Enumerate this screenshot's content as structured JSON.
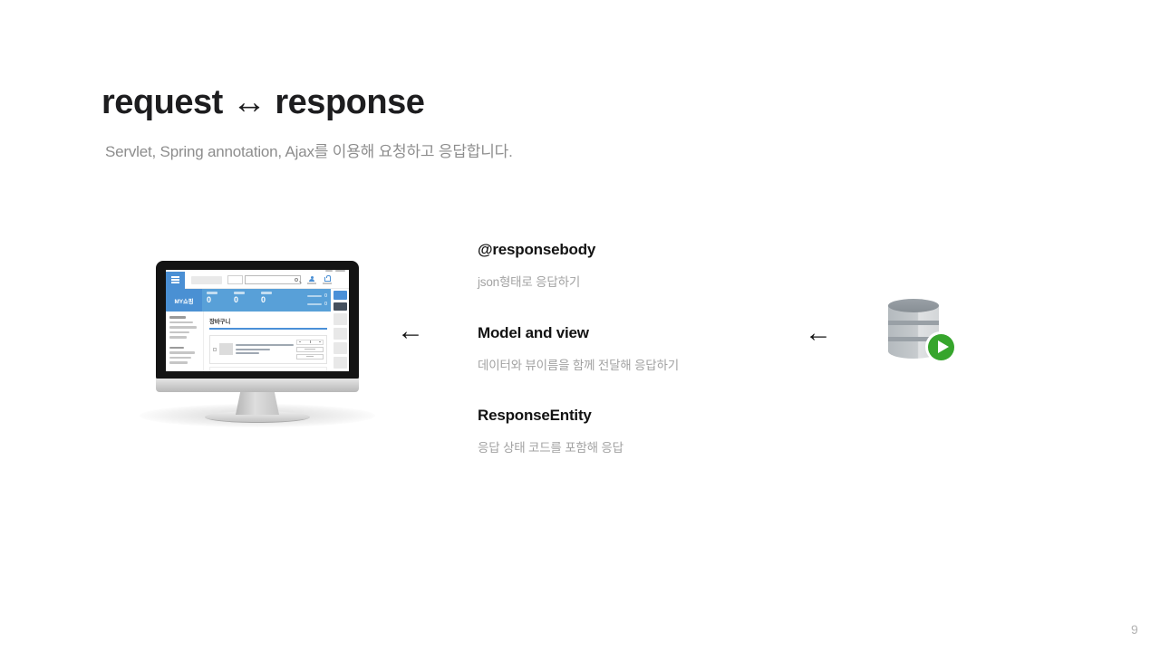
{
  "slide": {
    "title": "request ↔ response",
    "subtitle": "Servlet, Spring annotation, Ajax를 이용해 요청하고 응답합니다.",
    "page_number": "9",
    "arrow_left": "←",
    "arrow_right": "←"
  },
  "response_items": [
    {
      "heading": "@responsebody",
      "description": "json형태로 응답하기"
    },
    {
      "heading": "Model and view",
      "description": "데이터와 뷰이름을 함께 전달해 응답하기"
    },
    {
      "heading": "ResponseEntity",
      "description": "응답 상태 코드를 포함해 응답"
    }
  ],
  "monitor_screen": {
    "brand": "MY쇼핑",
    "section_title": "장바구니",
    "stat_values": [
      "0",
      "0",
      "0"
    ],
    "side_values": [
      "0",
      "0"
    ]
  },
  "colors": {
    "accent_blue": "#58a0d8",
    "brand_blue": "#4a90d3",
    "play_green": "#36a52c",
    "title_text": "#1d1d1f",
    "muted_text": "#a2a2a2"
  }
}
